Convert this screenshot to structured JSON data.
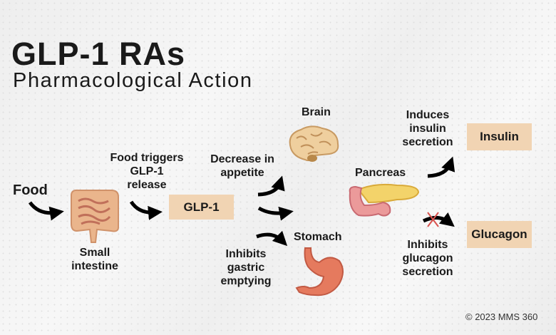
{
  "title": "GLP-1 RAs",
  "subtitle": "Pharmacological Action",
  "labels": {
    "food": "Food",
    "small_intestine": [
      "Small",
      "intestine"
    ],
    "food_triggers": [
      "Food triggers",
      "GLP-1",
      "release"
    ],
    "decrease_appetite": [
      "Decrease in",
      "appetite"
    ],
    "inhibits_gastric": [
      "Inhibits",
      "gastric",
      "emptying"
    ],
    "brain": "Brain",
    "stomach": "Stomach",
    "pancreas": "Pancreas",
    "induces_insulin": [
      "Induces",
      "insulin",
      "secretion"
    ],
    "inhibits_glucagon": [
      "Inhibits",
      "glucagon",
      "secretion"
    ]
  },
  "boxes": {
    "glp1": "GLP-1",
    "insulin": "Insulin",
    "glucagon": "Glucagon"
  },
  "copyright": "© 2023 MMS 360",
  "colors": {
    "box": "#f1d4b3",
    "inhibit_mark": "#d9534f"
  }
}
